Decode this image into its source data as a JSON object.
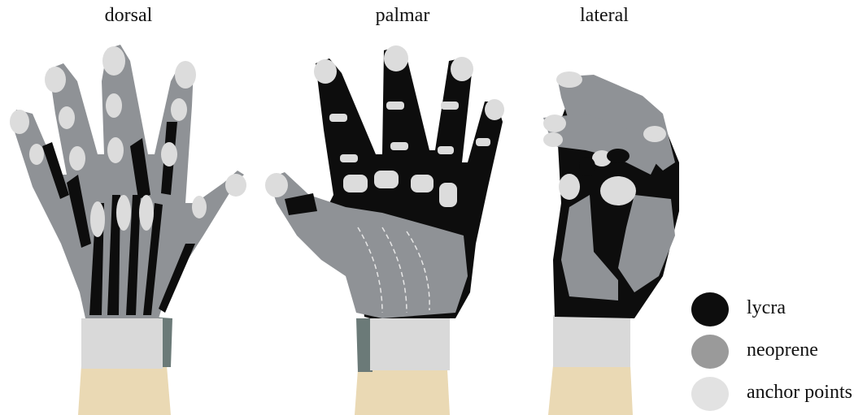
{
  "views": {
    "dorsal": "dorsal",
    "palmar": "palmar",
    "lateral": "lateral"
  },
  "legend": [
    {
      "label": "lycra",
      "color": "#0d0d0d"
    },
    {
      "label": "neoprene",
      "color": "#9a9a9a"
    },
    {
      "label": "anchor points",
      "color": "#e2e2e2"
    }
  ],
  "colors": {
    "lycra": "#0d0d0d",
    "neoprene": "#8f9296",
    "anchor": "#dcdcdc",
    "cuff": "#d9d9d9",
    "skin": "#ead9b4",
    "cuff_shadow": "#6b7a78",
    "stitch": "#c0392b"
  }
}
